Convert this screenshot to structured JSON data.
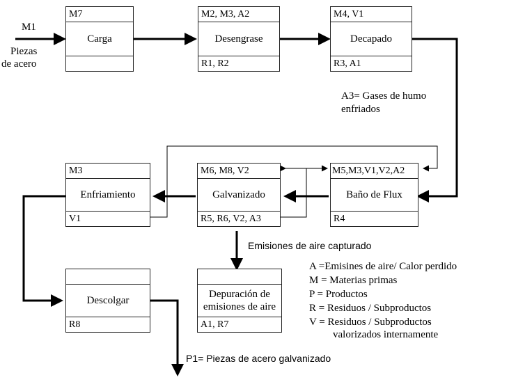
{
  "boxes": {
    "carga": {
      "top": "M7",
      "mid": "Carga",
      "bottom": ""
    },
    "desengrase": {
      "top": "M2, M3, A2",
      "mid": "Desengrase",
      "bottom": "R1, R2"
    },
    "decapado": {
      "top": "M4, V1",
      "mid": "Decapado",
      "bottom": "R3, A1"
    },
    "enfriamiento": {
      "top": "M3",
      "mid": "Enfriamiento",
      "bottom": "V1"
    },
    "galvanizado": {
      "top": "M6, M8, V2",
      "mid": "Galvanizado",
      "bottom": "R5, R6, V2, A3"
    },
    "flux": {
      "top": "M5,M3,V1,V2,A2",
      "mid": "Baño de Flux",
      "bottom": "R4"
    },
    "descolgar": {
      "top": "",
      "mid": "Descolgar",
      "bottom": "R8"
    },
    "depuracion": {
      "top": "",
      "mid": "Depuración de emisiones de aire",
      "bottom": "A1, R7"
    }
  },
  "labels": {
    "m1": "M1",
    "piezas_line1": "Piezas",
    "piezas_line2": "de acero",
    "a3_line1": "A3= Gases de humo",
    "a3_line2": "enfriados",
    "emisiones": "Emisiones de aire capturado",
    "p1": "P1= Piezas de acero galvanizado"
  },
  "legend": [
    "A =Emisines de aire/ Calor perdido",
    "M = Materias primas",
    "P = Productos",
    "R = Residuos / Subproductos",
    "V = Residuos / Subproductos",
    "valorizados internamente"
  ],
  "colors": {
    "line": "#000000",
    "border": "#222222"
  }
}
